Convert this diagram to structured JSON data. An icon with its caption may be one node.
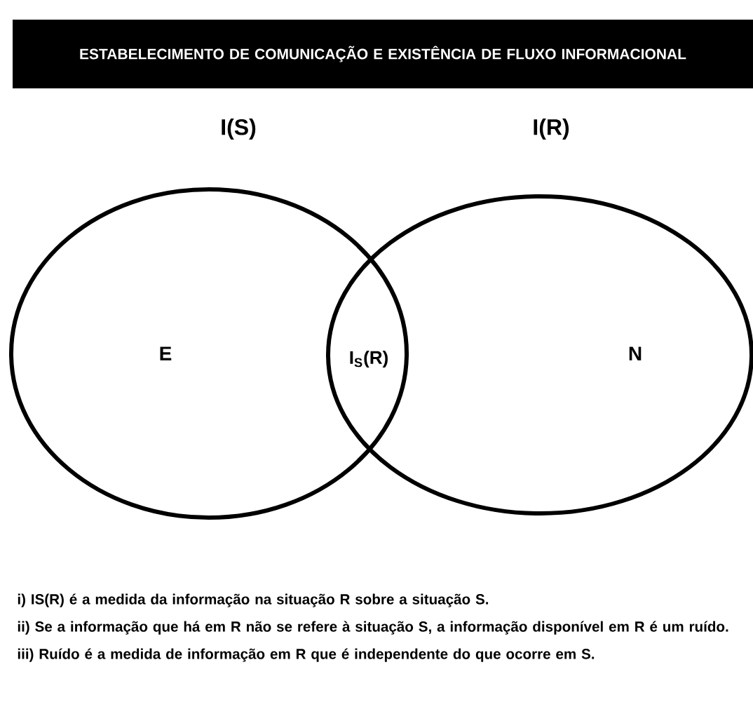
{
  "diagram": {
    "title": "ESTABELECIMENTO DE COMUNICAÇÃO E EXISTÊNCIA DE FLUXO INFORMACIONAL",
    "nodes": [
      {
        "text": [
          "I(S)",
          "E"
        ]
      },
      {
        "text": [
          "I(R)",
          "N"
        ]
      }
    ],
    "labels": [
      "I$_{S}$(R)",
      "i) IS(R) é a medida da informação na situação R sobre a situação S.",
      "ii) Se a informação que há em R não se refere à situação S, a informação disponível em R é um ruído.",
      "iii) Ruído é a medida de informação em R que é independente do que ocorre em S."
    ]
  }
}
